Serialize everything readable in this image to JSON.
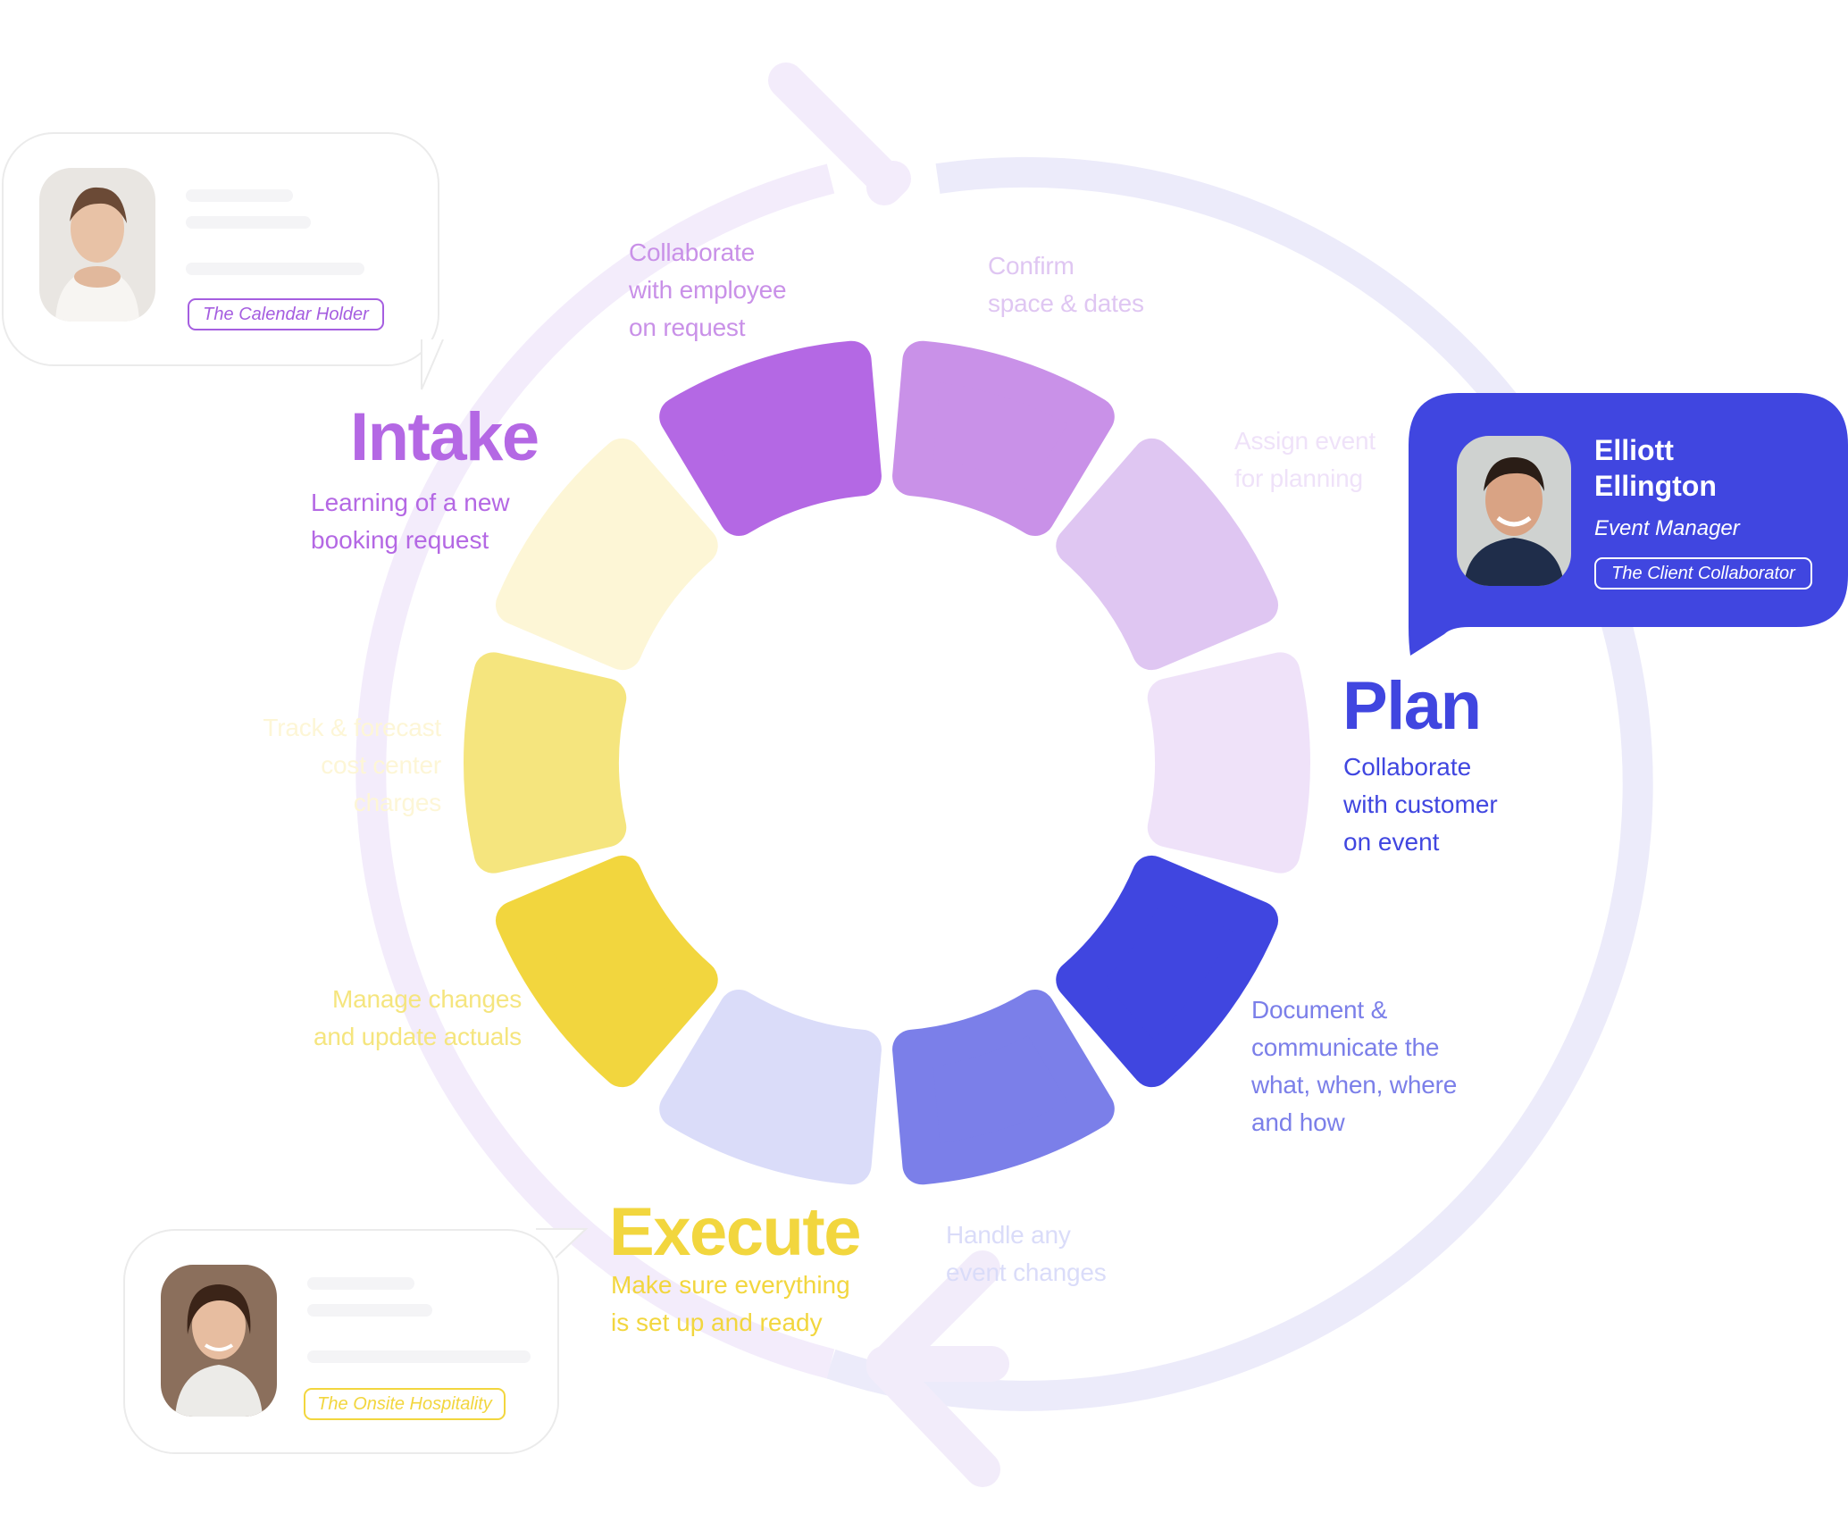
{
  "phases": {
    "intake": {
      "title": "Intake",
      "description": "Learning of a new\nbooking request",
      "color": "#b468e4"
    },
    "plan": {
      "title": "Plan",
      "description": "Collaborate\nwith customer\non event",
      "color": "#4046e0"
    },
    "execute": {
      "title": "Execute",
      "description": "Make sure everything\nis set up and ready",
      "color": "#f2d63e"
    }
  },
  "steps": [
    {
      "text": "Collaborate\nwith employee\non request",
      "color": "#c991e8"
    },
    {
      "text": "Confirm\nspace & dates",
      "color": "#dfc6f2"
    },
    {
      "text": "Assign event\nfor planning",
      "color": "#efe2f9"
    },
    {
      "text": "Document &\ncommunicate the\nwhat, when, where\nand how",
      "color": "#7b7fe9"
    },
    {
      "text": "Handle any\nevent changes",
      "color": "#dadcf9"
    },
    {
      "text": "Manage changes\nand update actuals",
      "color": "#f5e57e"
    },
    {
      "text": "Track & forecast\ncost center\ncharges",
      "color": "#fdf6d6"
    }
  ],
  "segment_colors": [
    "#c991e8",
    "#dfc6f2",
    "#efe2f9",
    "#4046e0",
    "#7b7fe9",
    "#dadcf9",
    "#f2d63e",
    "#f5e57e",
    "#fdf6d6",
    "#b468e4"
  ],
  "personas": {
    "calendar_holder": {
      "tag": "The Calendar Holder",
      "accent": "#a55ee0"
    },
    "client_collaborator": {
      "name_line1": "Elliott",
      "name_line2": "Ellington",
      "role": "Event Manager",
      "tag": "The Client Collaborator",
      "accent": "#4046e0"
    },
    "onsite_hospitality": {
      "tag": "The Onsite Hospitality",
      "accent": "#f2d63e"
    }
  }
}
